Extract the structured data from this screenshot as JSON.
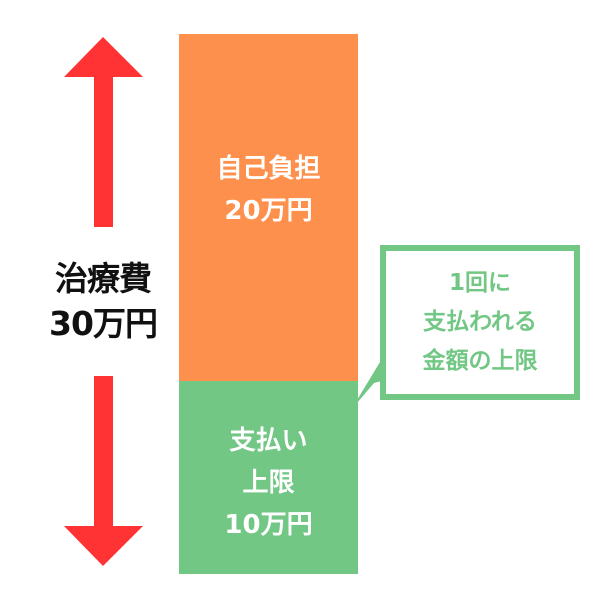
{
  "diagram": {
    "total": {
      "title": "治療費",
      "amount": "30万円"
    },
    "bar_segments": [
      {
        "label_line1": "自己負担",
        "label_line2": "20万円",
        "color": "#fd904c"
      },
      {
        "label_line1": "支払い",
        "label_line2": "上限",
        "label_line3": "10万円",
        "color": "#72c785"
      }
    ],
    "callout": {
      "line1": "1回に",
      "line2": "支払われる",
      "line3": "金額の上限",
      "color": "#72c785"
    },
    "arrow_color": "#ff3333"
  }
}
